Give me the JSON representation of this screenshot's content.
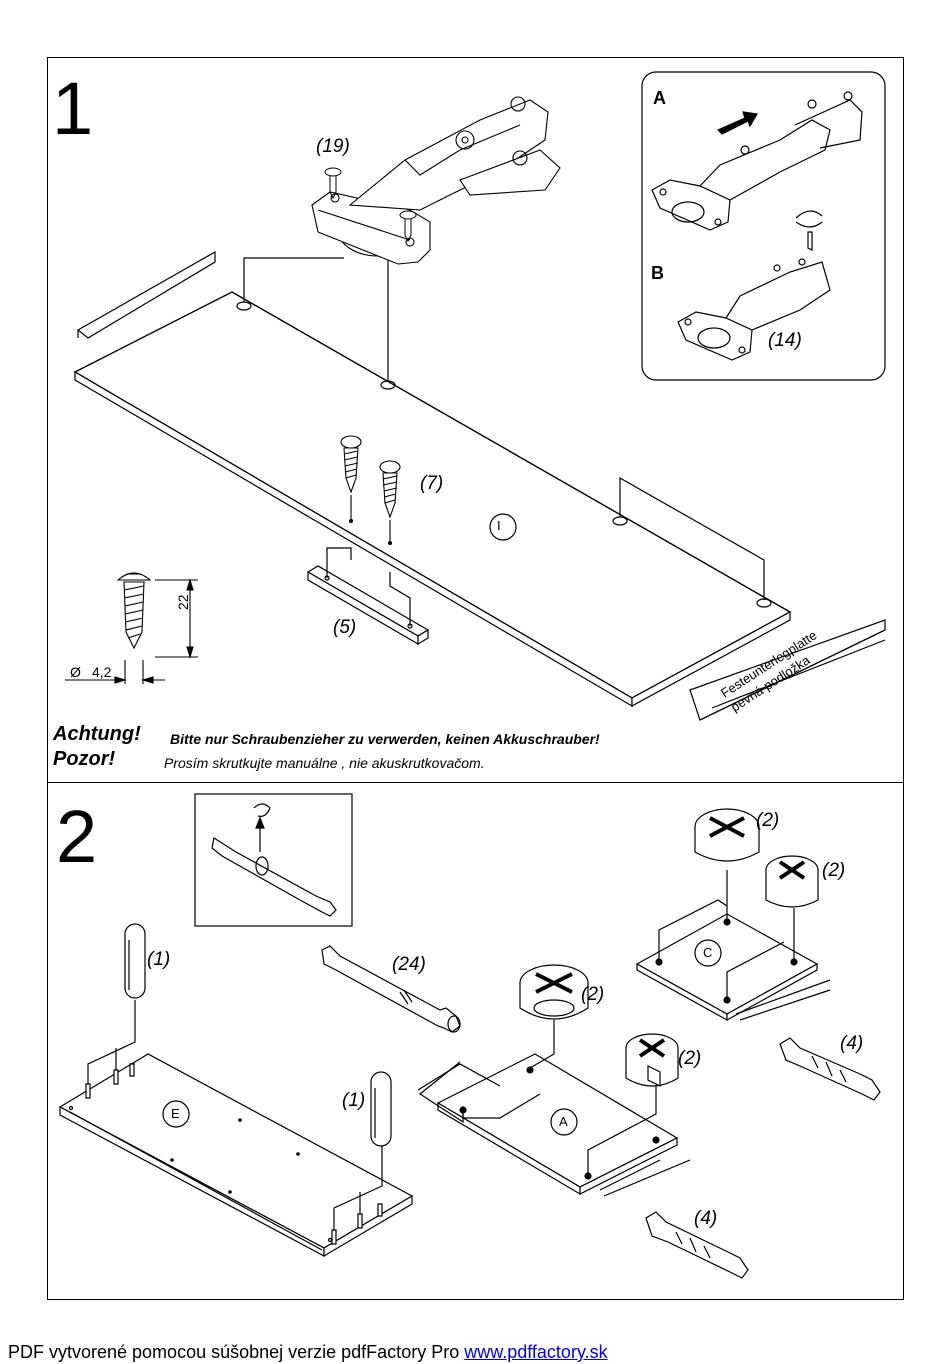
{
  "step1": {
    "number": "1",
    "parts": {
      "hinge_screw": "(19)",
      "screws": "(7)",
      "rail": "(5)",
      "screw_bit": "(14)"
    },
    "panel_label": "I",
    "inset": {
      "a": "A",
      "b": "B"
    },
    "dimensions": {
      "length": "22",
      "diameter_symbol": "Ø",
      "diameter": "4,2"
    },
    "surface_label_de": "Festeunterlegplatte",
    "surface_label_sk": "pevná podložka",
    "warning": {
      "title_de": "Achtung!",
      "text_de": "Bitte nur Schraubenzieher zu verwerden, keinen Akkuschrauber!",
      "title_sk": "Pozor!",
      "text_sk": "Prosím skrutkujte manuálne , nie akuskrutkovačom."
    }
  },
  "step2": {
    "number": "2",
    "parts": {
      "dowel": "(1)",
      "dowel_2": "(1)",
      "rod": "(24)",
      "cam_a1": "(2)",
      "cam_a2": "(2)",
      "cam_c1": "(2)",
      "cam_c2": "(2)",
      "bolt_c": "(4)",
      "bolt_a": "(4)"
    },
    "panel_labels": {
      "e": "E",
      "a": "A",
      "c": "C"
    }
  },
  "footer": {
    "text": "PDF vytvorené pomocou súšobnej verzie pdfFactory Pro ",
    "link": "www.pdffactory.sk"
  }
}
